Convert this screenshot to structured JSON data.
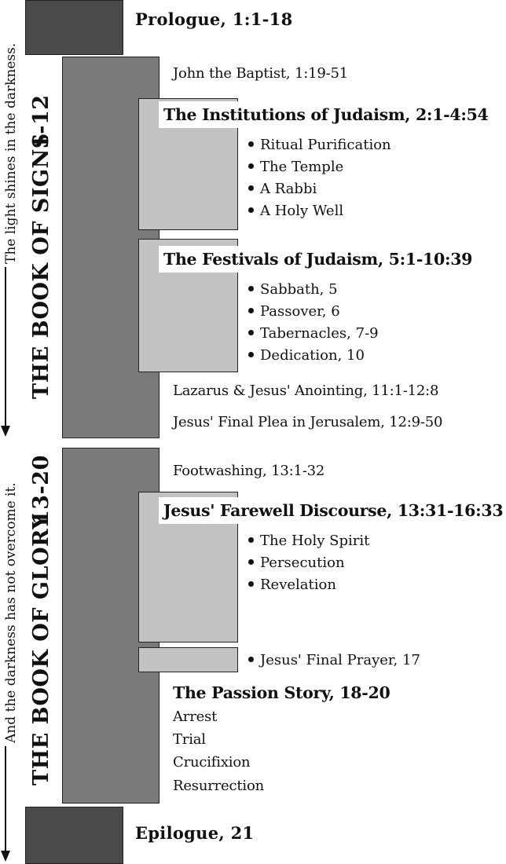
{
  "prologue": "Prologue, 1:1-18",
  "epilogue": "Epilogue, 21",
  "side_top": "The light shines in the darkness.",
  "side_bottom": "And the darkness has not overcome it.",
  "book_signs": {
    "title": "THE BOOK OF SIGNS",
    "range": "1-12",
    "john_baptist": "John the Baptist, 1:19-51",
    "institutions": {
      "heading": "The Institutions of Judaism, 2:1-4:54",
      "items": [
        "Ritual Purification",
        "The Temple",
        "A Rabbi",
        "A Holy Well"
      ]
    },
    "festivals": {
      "heading": "The Festivals of Judaism, 5:1-10:39",
      "items": [
        "Sabbath, 5",
        "Passover, 6",
        "Tabernacles, 7-9",
        "Dedication, 10"
      ]
    },
    "lazarus": "Lazarus & Jesus' Anointing, 11:1-12:8",
    "final_plea": "Jesus' Final Plea in Jerusalem, 12:9-50"
  },
  "book_glory": {
    "title": "THE BOOK OF GLORY",
    "range": "13-20",
    "footwashing": "Footwashing, 13:1-32",
    "farewell": {
      "heading": "Jesus' Farewell Discourse, 13:31-16:33",
      "items": [
        "The Holy Spirit",
        "Persecution",
        "Revelation"
      ]
    },
    "final_prayer": "Jesus' Final Prayer, 17",
    "passion": {
      "heading": "The Passion Story, 18-20",
      "items": [
        "Arrest",
        "Trial",
        "Crucifixion",
        "Resurrection"
      ]
    }
  }
}
